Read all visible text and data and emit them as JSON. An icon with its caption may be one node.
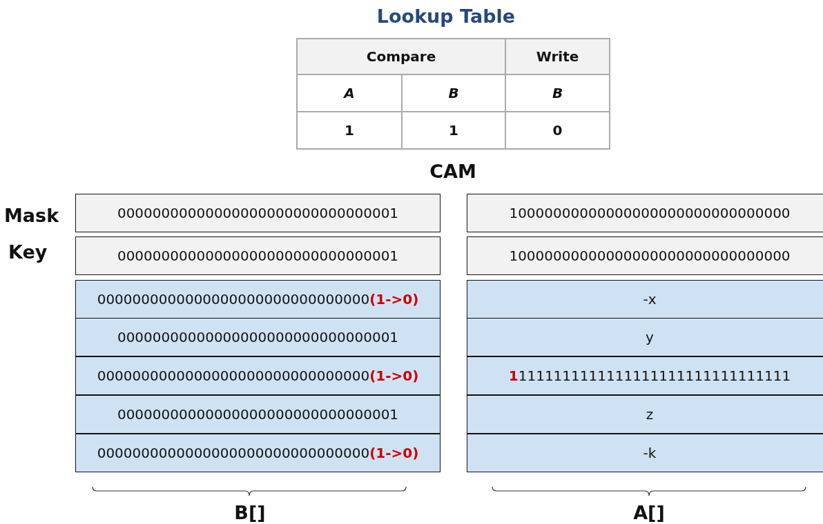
{
  "diagram": {
    "title": "Lookup Table",
    "nodes": [
      {
        "text": [
          "00000000000000000000000000000001"
        ]
      },
      {
        "text": [
          "10000000000000000000000000000000"
        ]
      },
      {
        "text": [
          "00000000000000000000000000000001"
        ]
      },
      {
        "text": [
          "10000000000000000000000000000000"
        ]
      },
      {
        "text": [
          "0000000000000000000000000000000**(1->0)**"
        ]
      },
      {
        "text": [
          "-x"
        ]
      },
      {
        "text": [
          "00000000000000000000000000000001"
        ]
      },
      {
        "text": [
          "y"
        ]
      },
      {
        "text": [
          "0000000000000000000000000000000**(1->0)**"
        ]
      },
      {
        "text": [
          "**1**1111111111111111111111111111111"
        ]
      },
      {
        "text": [
          "00000000000000000000000000000001"
        ]
      },
      {
        "text": [
          "z"
        ]
      },
      {
        "text": [
          "0000000000000000000000000000000**(1->0)**"
        ]
      },
      {
        "text": [
          "-k"
        ]
      }
    ],
    "labels": [
      "Compare",
      "Write",
      "A",
      "B",
      "B",
      "1",
      "1",
      "0",
      "CAM",
      "Mask",
      "Key",
      "B[]",
      "A[]"
    ]
  }
}
